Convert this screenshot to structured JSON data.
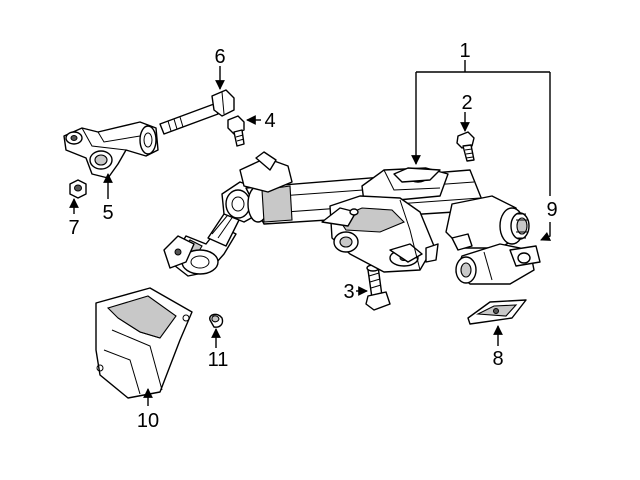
{
  "colors": {
    "line": "#000000",
    "background": "#ffffff",
    "shade": "#c8c8c8"
  },
  "callouts": {
    "c1": "1",
    "c2": "2",
    "c3": "3",
    "c4": "4",
    "c5": "5",
    "c6": "6",
    "c7": "7",
    "c8": "8",
    "c9": "9",
    "c10": "10",
    "c11": "11"
  }
}
